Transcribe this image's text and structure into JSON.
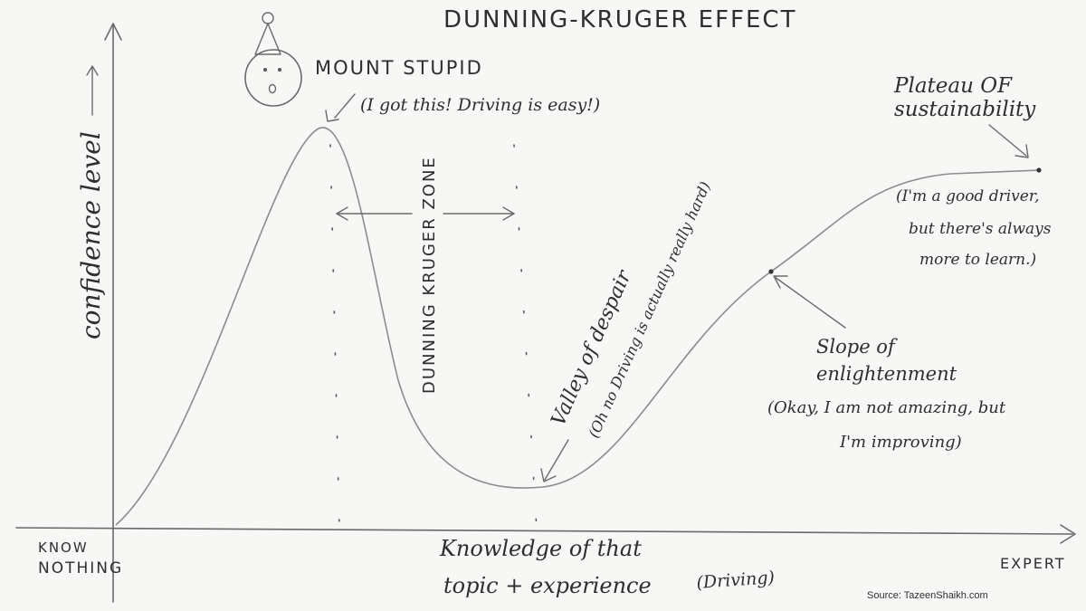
{
  "title": "DUNNING-KRUGER EFFECT",
  "y_axis_label": "confidence level",
  "x_axis_label_line1": "Knowledge of that",
  "x_axis_label_line2": "topic + experience",
  "x_axis_label_note": "(Driving)",
  "x_start_line1": "KNOW",
  "x_start_line2": "NOTHING",
  "x_end": "EXPERT",
  "mount_stupid": {
    "title": "MOUNT STUPID",
    "quote": "(I got this! Driving is easy!)"
  },
  "zone_label": "DUNNING KRUGER ZONE",
  "valley": {
    "title": "Valley of despair",
    "quote": "(Oh no Driving is actually really hard)"
  },
  "slope": {
    "title_line1": "Slope of",
    "title_line2": "enlightenment",
    "quote_line1": "(Okay, I am not amazing, but",
    "quote_line2": "I'm improving)"
  },
  "plateau": {
    "title_line1": "Plateau OF",
    "title_line2": "sustainability",
    "quote_line1": "(I'm a good driver,",
    "quote_line2": "but there's always",
    "quote_line3": "more to learn.)"
  },
  "source": "Source: TazeenShaikh.com"
}
